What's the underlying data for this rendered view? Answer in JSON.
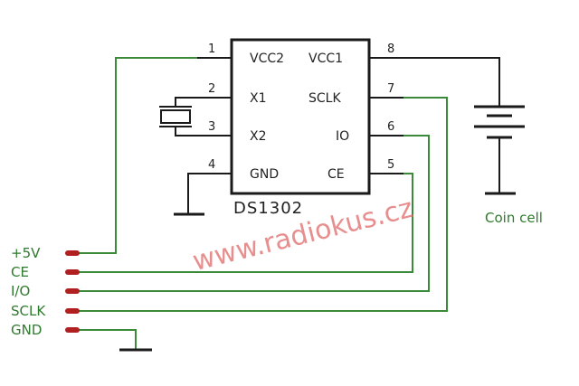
{
  "chip": {
    "name": "DS1302",
    "pins": [
      {
        "num": "1",
        "label": "VCC2"
      },
      {
        "num": "2",
        "label": "X1"
      },
      {
        "num": "3",
        "label": "X2"
      },
      {
        "num": "4",
        "label": "GND"
      },
      {
        "num": "5",
        "label": "CE"
      },
      {
        "num": "6",
        "label": "IO"
      },
      {
        "num": "7",
        "label": "SCLK"
      },
      {
        "num": "8",
        "label": "VCC1"
      }
    ]
  },
  "connector": {
    "labels": [
      "+5V",
      "CE",
      "I/O",
      "SCLK",
      "GND"
    ]
  },
  "battery": {
    "label": "Coin cell"
  },
  "watermark": "www.radiokus.cz"
}
